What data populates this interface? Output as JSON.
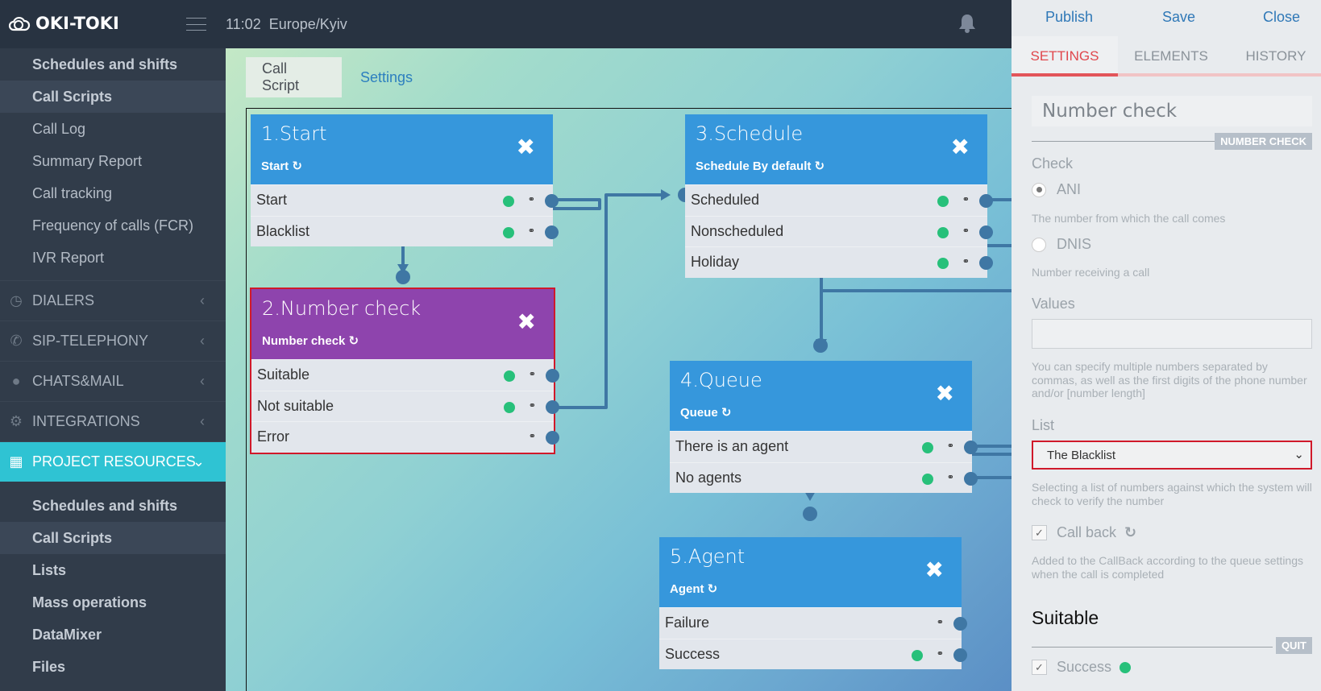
{
  "header": {
    "brand": "OKI-TOKI",
    "time": "11:02",
    "timezone": "Europe/Kyiv"
  },
  "sidebar": {
    "top_items": [
      {
        "label": "Schedules and shifts"
      },
      {
        "label": "Call Scripts"
      },
      {
        "label": "Call Log"
      },
      {
        "label": "Summary Report"
      },
      {
        "label": "Call tracking"
      },
      {
        "label": "Frequency of calls (FCR)"
      },
      {
        "label": "IVR Report"
      }
    ],
    "sections": [
      {
        "label": "DIALERS",
        "icon": "clock-icon"
      },
      {
        "label": "SIP-TELEPHONY",
        "icon": "phone-icon"
      },
      {
        "label": "CHATS&MAIL",
        "icon": "chat-icon"
      },
      {
        "label": "INTEGRATIONS",
        "icon": "gears-icon"
      },
      {
        "label": "PROJECT RESOURCES",
        "icon": "grid-icon"
      }
    ],
    "resources": [
      {
        "label": "Schedules and shifts"
      },
      {
        "label": "Call Scripts"
      },
      {
        "label": "Lists"
      },
      {
        "label": "Mass operations"
      },
      {
        "label": "DataMixer"
      },
      {
        "label": "Files"
      }
    ]
  },
  "main": {
    "tabs": [
      {
        "label": "Call Script"
      },
      {
        "label": "Settings"
      }
    ],
    "nodes": [
      {
        "title": "1.Start",
        "subtitle": "Start",
        "outputs": [
          "Start",
          "Blacklist"
        ]
      },
      {
        "title": "2.Number check",
        "subtitle": "Number check",
        "outputs": [
          "Suitable",
          "Not suitable",
          "Error"
        ]
      },
      {
        "title": "3.Schedule",
        "subtitle": "Schedule By default",
        "outputs": [
          "Scheduled",
          "Nonscheduled",
          "Holiday"
        ]
      },
      {
        "title": "4.Queue",
        "subtitle": "Queue",
        "outputs": [
          "There is an agent",
          "No agents"
        ]
      },
      {
        "title": "5.Agent",
        "subtitle": "Agent",
        "outputs": [
          "Failure",
          "Success"
        ]
      }
    ]
  },
  "panel": {
    "actions": {
      "publish": "Publish",
      "save": "Save",
      "close": "Close"
    },
    "tabs": [
      "SETTINGS",
      "ELEMENTS",
      "HISTORY"
    ],
    "name_value": "Number check",
    "type_badge": "NUMBER CHECK",
    "check_label": "Check",
    "ani": {
      "label": "ANI",
      "hint": "The number from which the call comes",
      "selected": true
    },
    "dnis": {
      "label": "DNIS",
      "hint": "Number receiving a call",
      "selected": false
    },
    "values_label": "Values",
    "values_value": "",
    "values_hint": "You can specify multiple numbers separated by commas, as well as the first digits of the phone number and/or [number length]",
    "list_label": "List",
    "list_value": "The Blacklist",
    "list_hint": "Selecting a list of numbers against which the system will check to verify the number",
    "callback_label": "Call back",
    "callback_checked": true,
    "callback_hint": "Added to the CallBack according to the queue settings when the call is completed",
    "suitable_heading": "Suitable",
    "quit_badge": "QUIT",
    "success_label": "Success",
    "success_checked": true
  },
  "colors": {
    "accent": "#2fc3d3",
    "node": "#3697dc",
    "selected_node": "#8e44ad",
    "wire": "#3f77a4",
    "active_tab": "#e0474c"
  }
}
